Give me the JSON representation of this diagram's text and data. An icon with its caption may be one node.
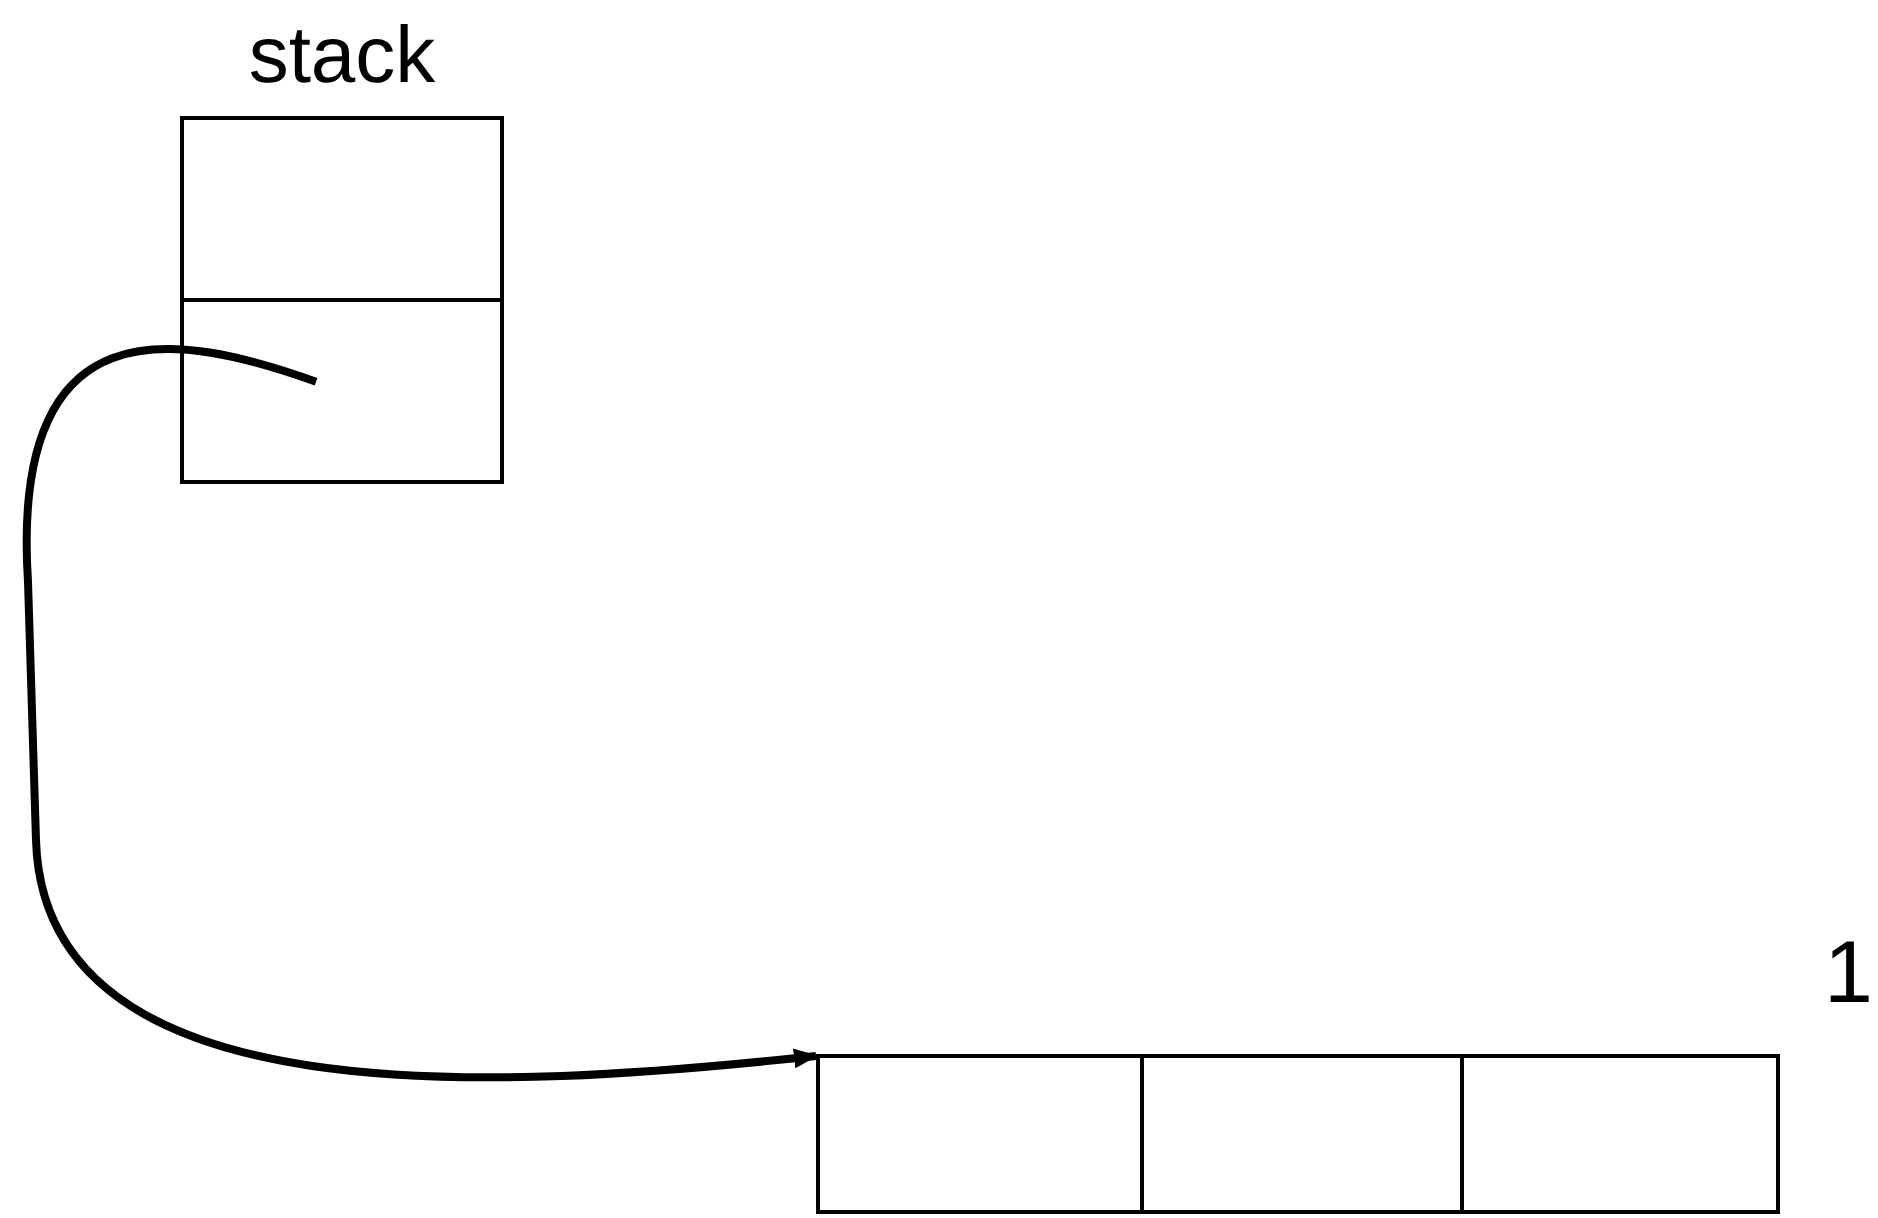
{
  "diagram": {
    "nodes": [
      {
        "text": [
          "stack"
        ]
      },
      {
        "text": [],
        "shape": "box",
        "in": 0
      },
      {
        "text": [],
        "shape": "box",
        "in": 0
      },
      {
        "text": [],
        "shape": "box"
      },
      {
        "text": [],
        "shape": "box"
      },
      {
        "text": [],
        "shape": "box"
      }
    ],
    "edges": [
      {
        "from": 2,
        "to": 3,
        "arrow": "to"
      }
    ],
    "labels": [
      "1"
    ]
  }
}
